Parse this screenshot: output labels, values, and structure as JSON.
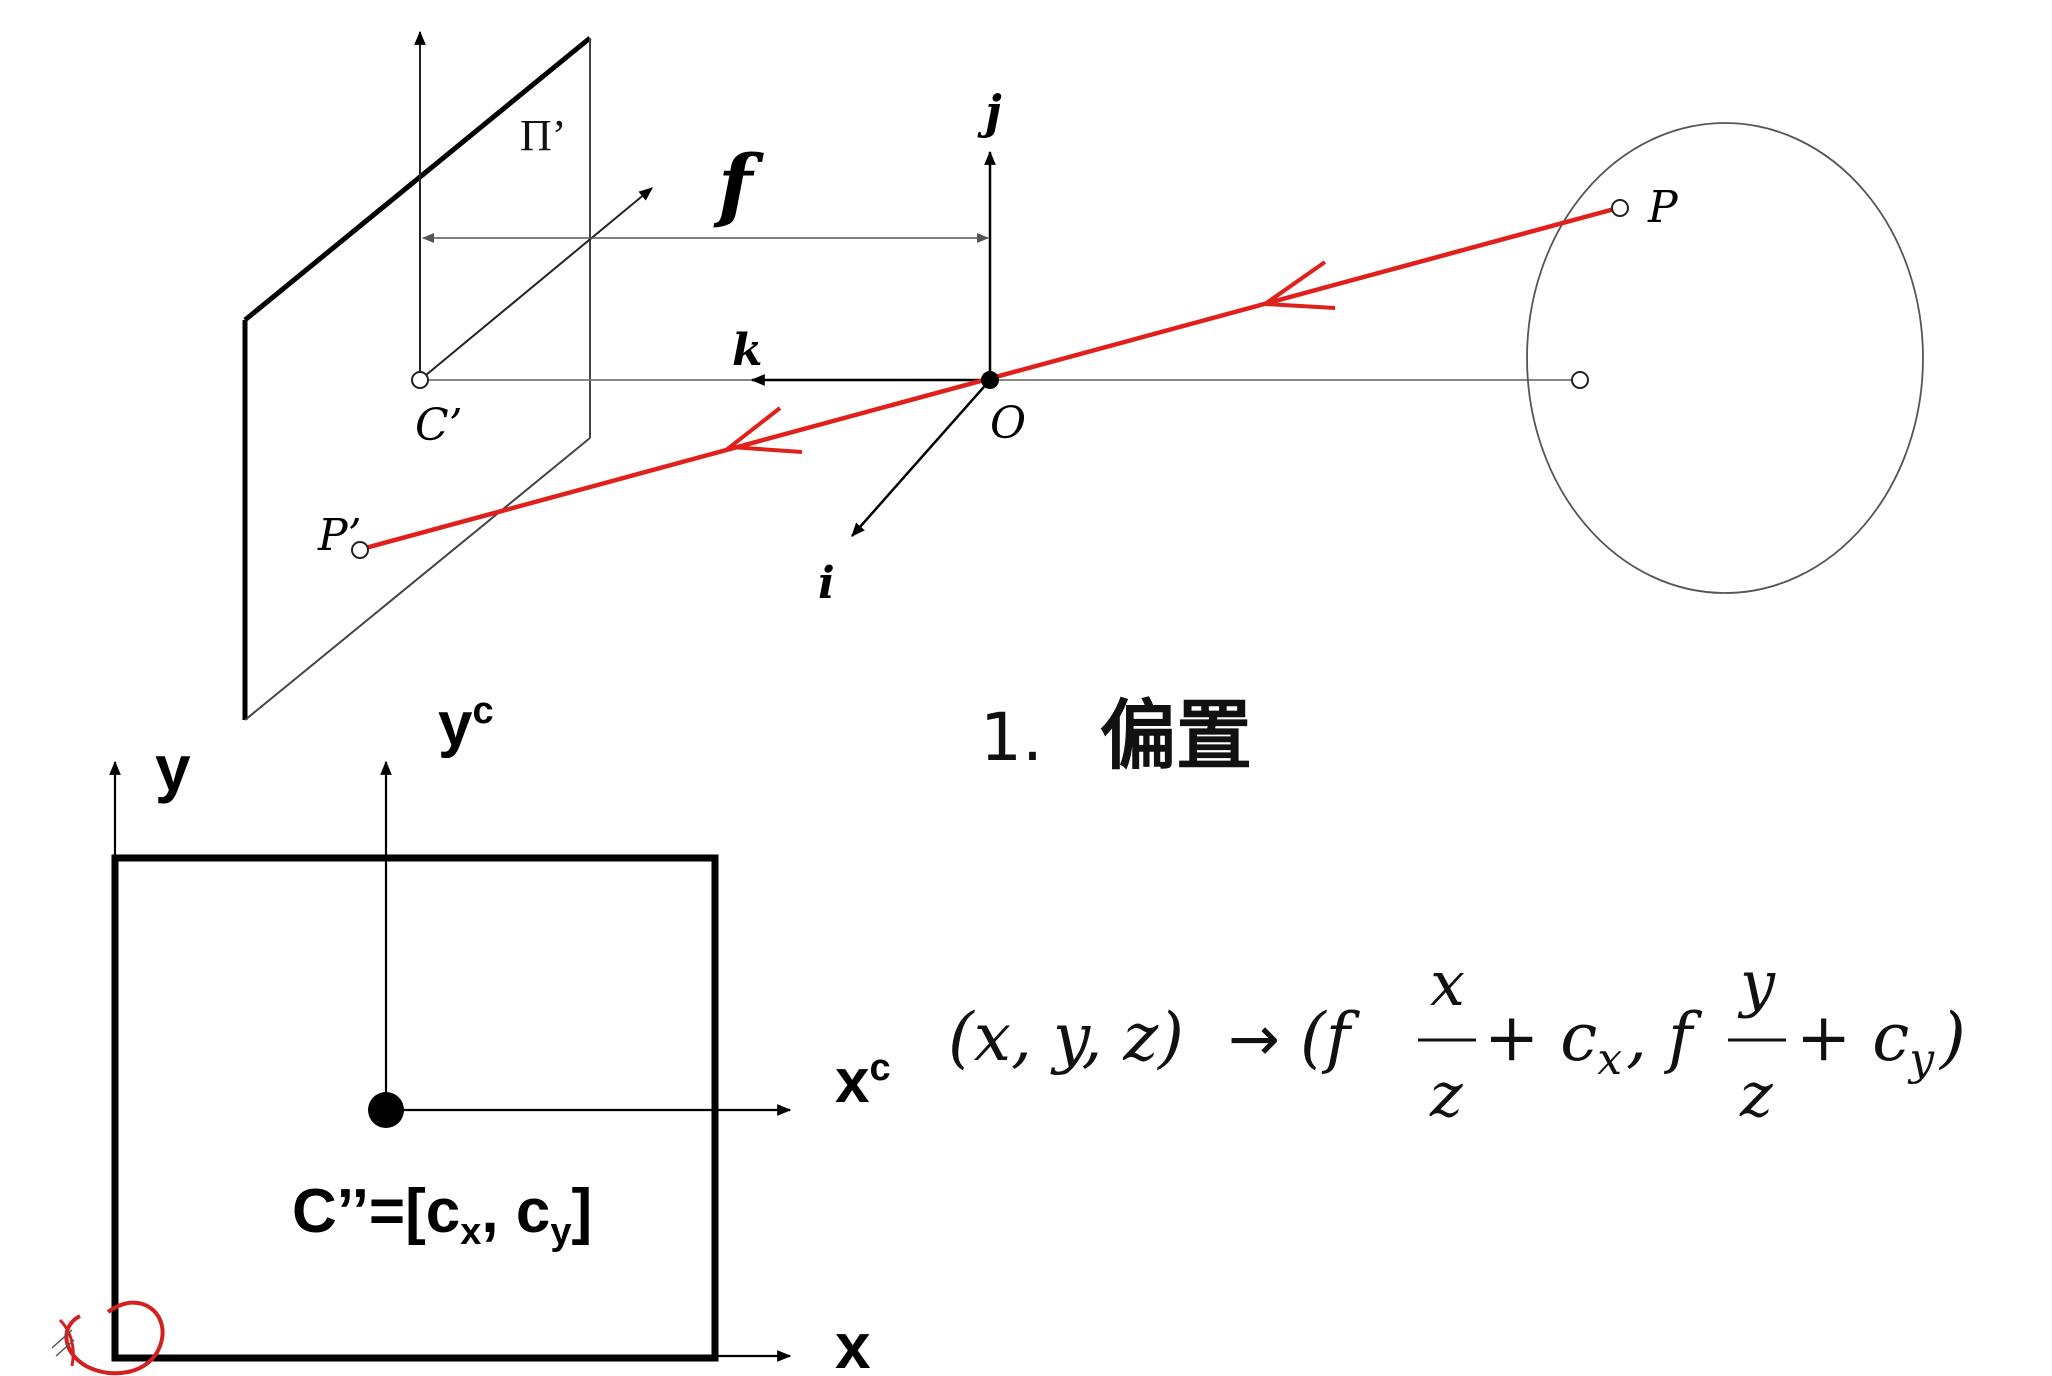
{
  "pinhole_diagram": {
    "image_plane_label": "Π’",
    "focal_label": "f",
    "axis_j": "j",
    "axis_k": "k",
    "axis_i": "i",
    "center_label": "C’",
    "origin_label": "O",
    "point_label": "P",
    "projected_label": "P’"
  },
  "section": {
    "number": "1.",
    "title": "偏置"
  },
  "image_coords": {
    "y_label": "y",
    "x_label": "x",
    "yc_base": "y",
    "yc_sup": "c",
    "xc_base": "x",
    "xc_sup": "c",
    "principal_point": {
      "prefix": "C’’=[c",
      "sub_x": "x",
      "sep": ", c",
      "sub_y": "y",
      "suffix": "]"
    }
  },
  "formula": {
    "lhs": "(x, y, z)",
    "arrow": "→",
    "open": "(f",
    "frac1_num": "x",
    "frac1_den": "z",
    "plus1": "+ c",
    "sub1": "x",
    "comma_f": ", f",
    "frac2_num": "y",
    "frac2_den": "z",
    "plus2": "+ c",
    "sub2": "y",
    "close": ")"
  },
  "colors": {
    "ray": "#e0201b",
    "ink": "#000000",
    "thin": "#555555",
    "annotation": "#d42020"
  }
}
